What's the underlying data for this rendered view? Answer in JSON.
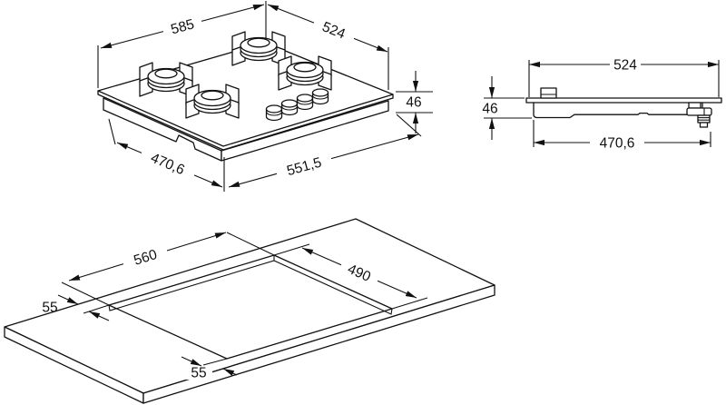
{
  "drawing": {
    "background": "#ffffff",
    "line_color": "#111111",
    "views": {
      "hob_isometric": {
        "name": "gas-hob-isometric-view",
        "burners": 4,
        "control_knobs": 4,
        "dims": {
          "top_width": "585",
          "top_depth": "524",
          "height": "46",
          "body_depth": "470,6",
          "body_width": "551,5"
        }
      },
      "hob_side": {
        "name": "gas-hob-side-profile-view",
        "dims": {
          "top_width": "524",
          "height": "46",
          "body_width": "470,6"
        }
      },
      "worktop": {
        "name": "worktop-cutout-view",
        "dims": {
          "cutout_width": "560",
          "cutout_depth": "490",
          "side_gap": "55",
          "front_gap": "55"
        }
      }
    }
  }
}
